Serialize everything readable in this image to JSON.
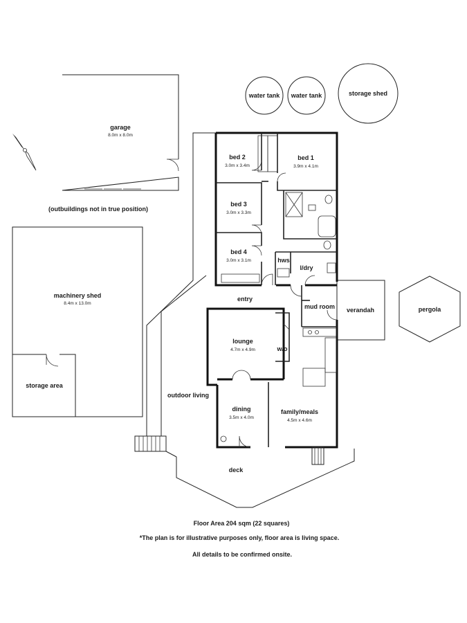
{
  "outbuildings": {
    "garage": {
      "label": "garage",
      "dims": "8.0m x 8.0m"
    },
    "water_tank_1": {
      "label": "water tank"
    },
    "water_tank_2": {
      "label": "water tank"
    },
    "storage_shed": {
      "label": "storage shed"
    },
    "note": "(outbuildings not in true position)",
    "machinery_shed": {
      "label": "machinery shed",
      "dims": "8.4m x 13.0m"
    },
    "storage_area": {
      "label": "storage area"
    },
    "pergola": {
      "label": "pergola"
    }
  },
  "rooms": {
    "bed2": {
      "label": "bed 2",
      "dims": "3.0m x 3.4m"
    },
    "bed1": {
      "label": "bed 1",
      "dims": "3.9m x 4.1m"
    },
    "bed3": {
      "label": "bed 3",
      "dims": "3.0m x 3.3m"
    },
    "bed4": {
      "label": "bed 4",
      "dims": "3.0m x 3.1m"
    },
    "hws": {
      "label": "hws"
    },
    "ldry": {
      "label": "l/dry"
    },
    "entry": {
      "label": "entry"
    },
    "mud_room": {
      "label": "mud room"
    },
    "verandah": {
      "label": "verandah"
    },
    "lounge": {
      "label": "lounge",
      "dims": "4.7m x 4.9m"
    },
    "wo": {
      "label": "w/o"
    },
    "outdoor_living": {
      "label": "outdoor living"
    },
    "dining": {
      "label": "dining",
      "dims": "3.5m x 4.0m"
    },
    "family": {
      "label": "family/meals",
      "dims": "4.5m x 4.6m"
    },
    "deck": {
      "label": "deck"
    }
  },
  "footer": {
    "floor_area": "Floor Area 204 sqm (22 squares)",
    "disclaimer": "*The plan is for illustrative purposes only, floor area is living space.",
    "confirm": "All details to be confirmed onsite."
  }
}
